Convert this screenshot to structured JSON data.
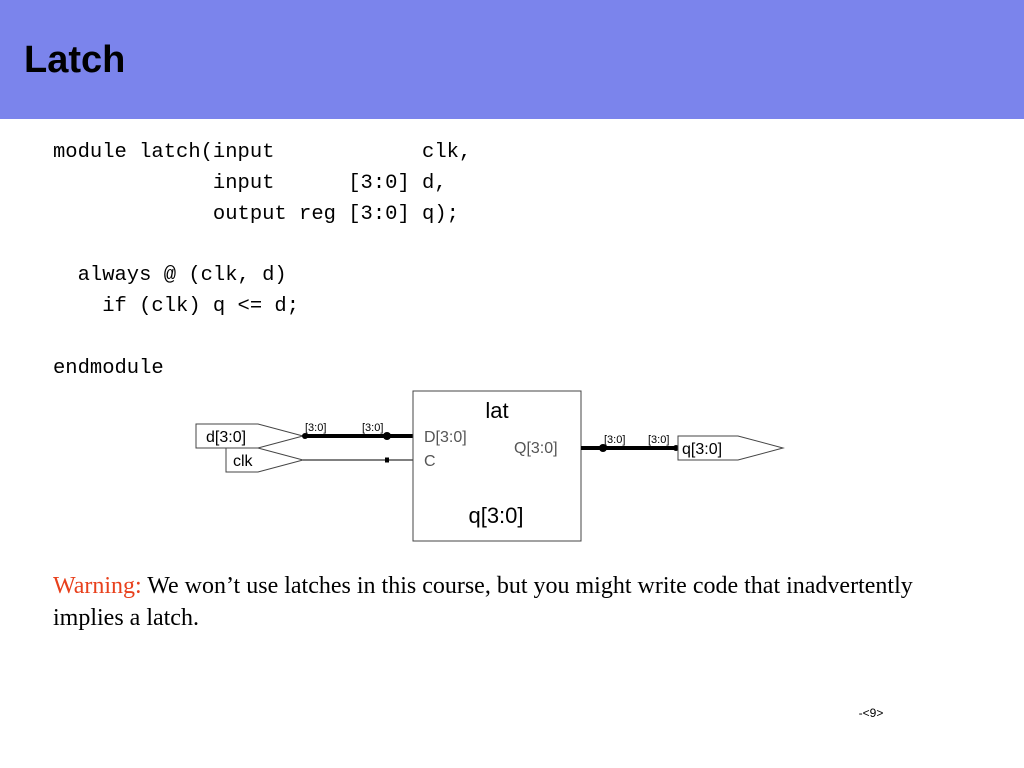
{
  "slide": {
    "title": "Latch",
    "code_lines": [
      "module latch(input            clk,",
      "             input      [3:0] d,",
      "             output reg [3:0] q);",
      "",
      "  always @ (clk, d)",
      "    if (clk) q <= d;",
      "",
      "endmodule"
    ],
    "warning_label": "Warning:",
    "warning_text": " We won’t use latches in this course, but you might write code that inadvertently implies a latch.",
    "page_number": "-<9>"
  },
  "diagram": {
    "block_name": "lat",
    "block_instance": "q[3:0]",
    "pin_d": "D[3:0]",
    "pin_c": "C",
    "pin_q": "Q[3:0]",
    "input_d": "d[3:0]",
    "input_clk": "clk",
    "output_q": "q[3:0]",
    "bus_label_in_left": "[3:0]",
    "bus_label_in_right": "[3:0]",
    "bus_label_out_left": "[3:0]",
    "bus_label_out_right": "[3:0]"
  },
  "colors": {
    "title_bar": "#7b84ec",
    "warning_label": "#e8401c",
    "pin_label_gray": "#555555"
  }
}
